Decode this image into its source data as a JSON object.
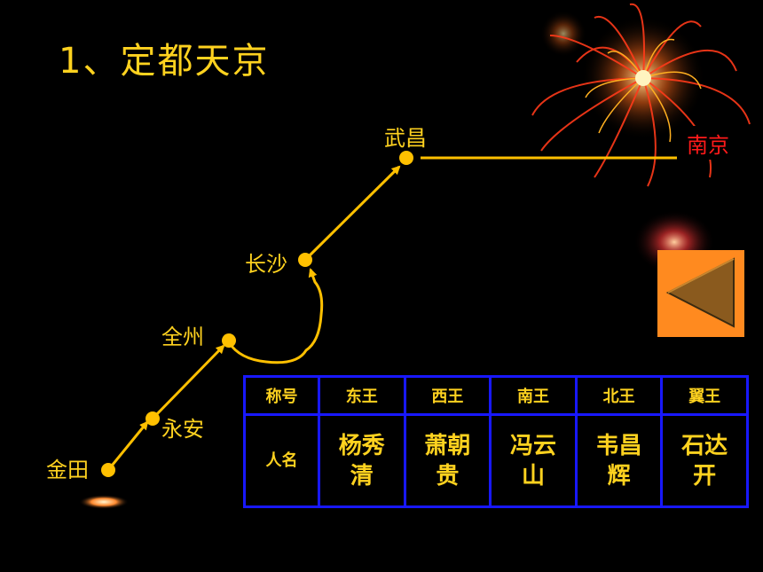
{
  "title": "1、定都天京",
  "cities": {
    "jintian": "金田",
    "yongan": "永安",
    "quanzhou": "全州",
    "changsha": "长沙",
    "wuchang": "武昌",
    "nanjing": "南京"
  },
  "table": {
    "title_label": "称号",
    "name_label": "人名",
    "kings": [
      {
        "title": "东王",
        "name": "杨秀清"
      },
      {
        "title": "西王",
        "name": "萧朝贵"
      },
      {
        "title": "南王",
        "name": "冯云山"
      },
      {
        "title": "北王",
        "name": "韦昌辉"
      },
      {
        "title": "翼王",
        "name": "石达开"
      }
    ]
  },
  "back_button": {
    "icon": "triangle-left-icon"
  },
  "colors": {
    "background": "#000000",
    "text": "#ffd21f",
    "route": "#ffc000",
    "highlight": "#ff1a1a",
    "table_border": "#1818ff",
    "button": "#ff8a1f"
  }
}
